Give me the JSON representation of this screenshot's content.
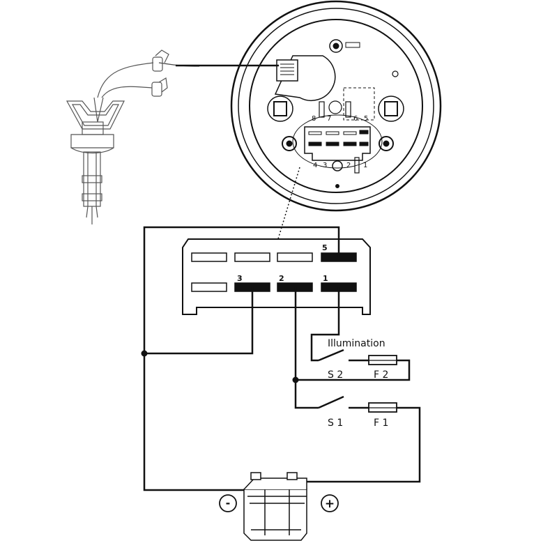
{
  "connector": {
    "pins": [
      {
        "label": "5"
      },
      {
        "label": "3"
      },
      {
        "label": "2"
      },
      {
        "label": "1"
      }
    ]
  },
  "gauge_back": {
    "terminal_labels": [
      "8",
      "7",
      "6",
      "5",
      "4",
      "3",
      "2",
      "1"
    ]
  },
  "switches": {
    "illumination": "Illumination",
    "s2": "S 2",
    "f2": "F 2",
    "s1": "S 1",
    "f1": "F 1"
  },
  "battery": {
    "minus": "-",
    "plus": "+"
  }
}
